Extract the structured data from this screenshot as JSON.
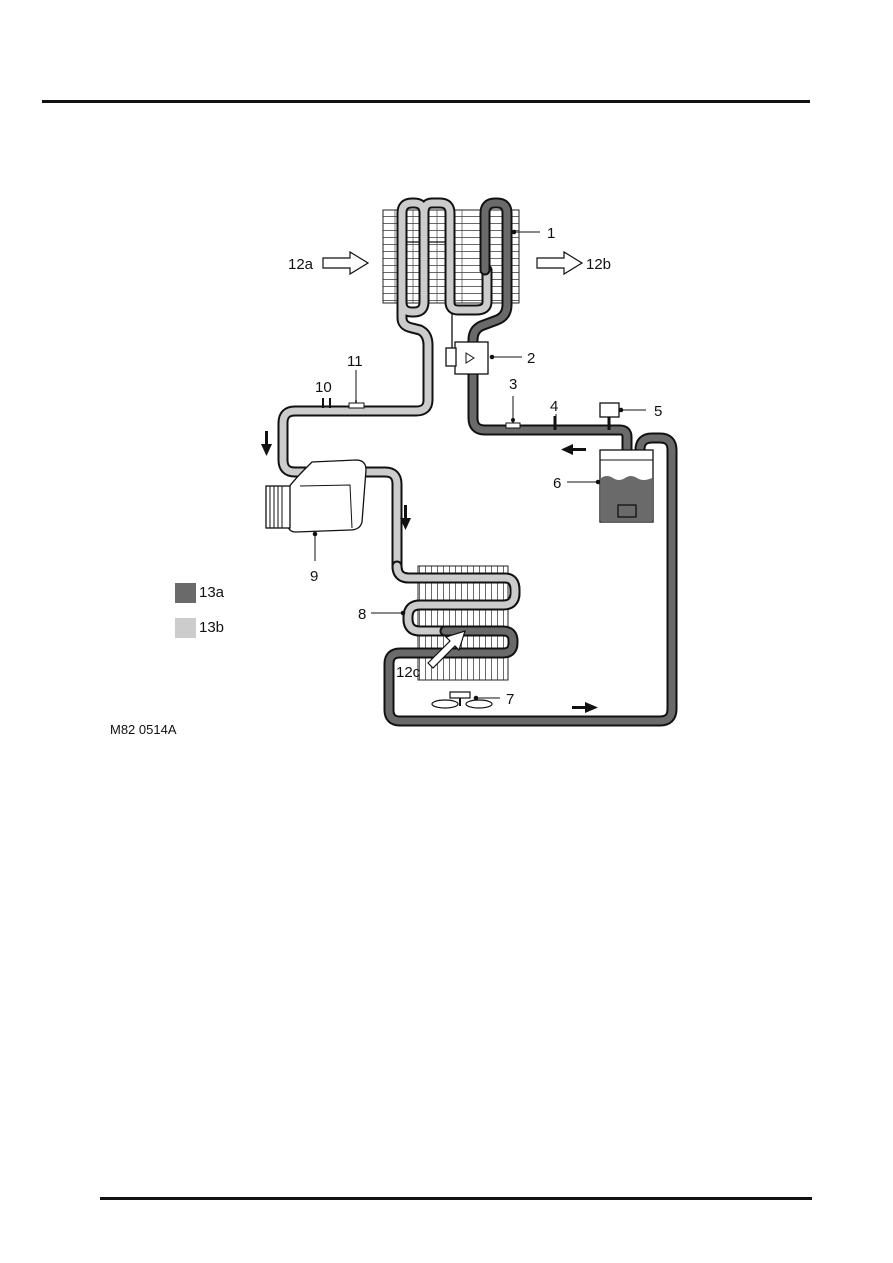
{
  "diagram": {
    "figure_code": "M82 0514A",
    "callouts": {
      "c1": "1",
      "c2": "2",
      "c3": "3",
      "c4": "4",
      "c5": "5",
      "c6": "6",
      "c7": "7",
      "c8": "8",
      "c9": "9",
      "c10": "10",
      "c11": "11",
      "c12a": "12a",
      "c12b": "12b",
      "c12c": "12c"
    },
    "legend": [
      {
        "label": "13a",
        "color": "#6a6a6a"
      },
      {
        "label": "13b",
        "color": "#cccccc"
      }
    ]
  }
}
